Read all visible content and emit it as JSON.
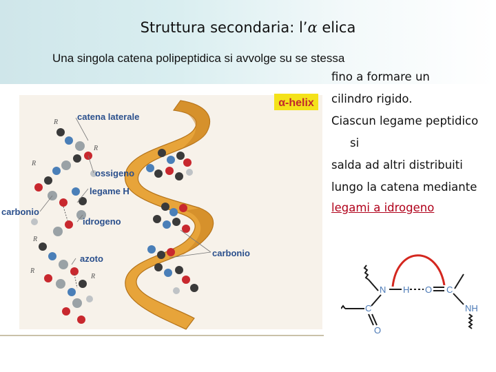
{
  "slide": {
    "title_prefix": "Struttura secondaria: l’",
    "title_alpha": "α",
    "title_suffix": " elica",
    "subtitle": "Una singola catena polipeptidica si  avvolge su se stessa",
    "right_lines": [
      "fino a formare un",
      "cilindro rigido.",
      "Ciascun legame peptidico",
      "si",
      "salda ad altri distribuiti",
      "lungo la catena mediante",
      "legami a idrogeno"
    ]
  },
  "figure": {
    "badge": "α-helix",
    "labels": {
      "catena_laterale": "catena laterale",
      "ossigeno": "ossigeno",
      "legame_h": "legame H",
      "carbonio_left": "carbonio",
      "idrogeno": "idrogeno",
      "azoto": "azoto",
      "carbonio_right": "carbonio"
    },
    "r_label": "R"
  },
  "chemistry": {
    "n_label": "N",
    "h_label": "H",
    "o_label": "O",
    "c_label": "C",
    "c2_label": "C",
    "nh_label": "NH",
    "o2_label": "O"
  },
  "colors": {
    "carbon": "#3a3a3a",
    "oxygen": "#c8282e",
    "nitrogen": "#4a7fb8",
    "hydrogen": "#bfc3c6",
    "ribbon": "#e7a43a",
    "arc": "#d4271f",
    "chem_blue": "#4b79b6",
    "hbond_link": "#b0001a"
  }
}
